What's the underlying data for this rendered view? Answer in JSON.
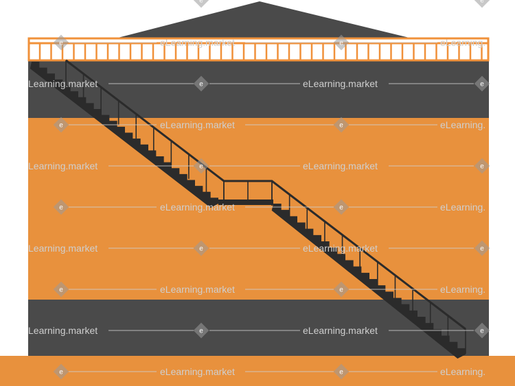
{
  "watermark": {
    "text": "eLearning.market",
    "partial_text": "Learning.market",
    "cut_text": "eLearning.",
    "badge_letter": "e"
  },
  "colors": {
    "background": "#ffffff",
    "roof": "#4a4a4a",
    "wall_dark": "#4a4a4a",
    "wall_orange": "#e8913d",
    "base": "#e8913d",
    "railing": "#f0913a",
    "railing_fill": "#ffffff",
    "stair": "#2b2b2b",
    "stair_rail": "#2b2b2b",
    "watermark_text": "#cfcfcf",
    "watermark_badge": "#9a9a9a"
  }
}
